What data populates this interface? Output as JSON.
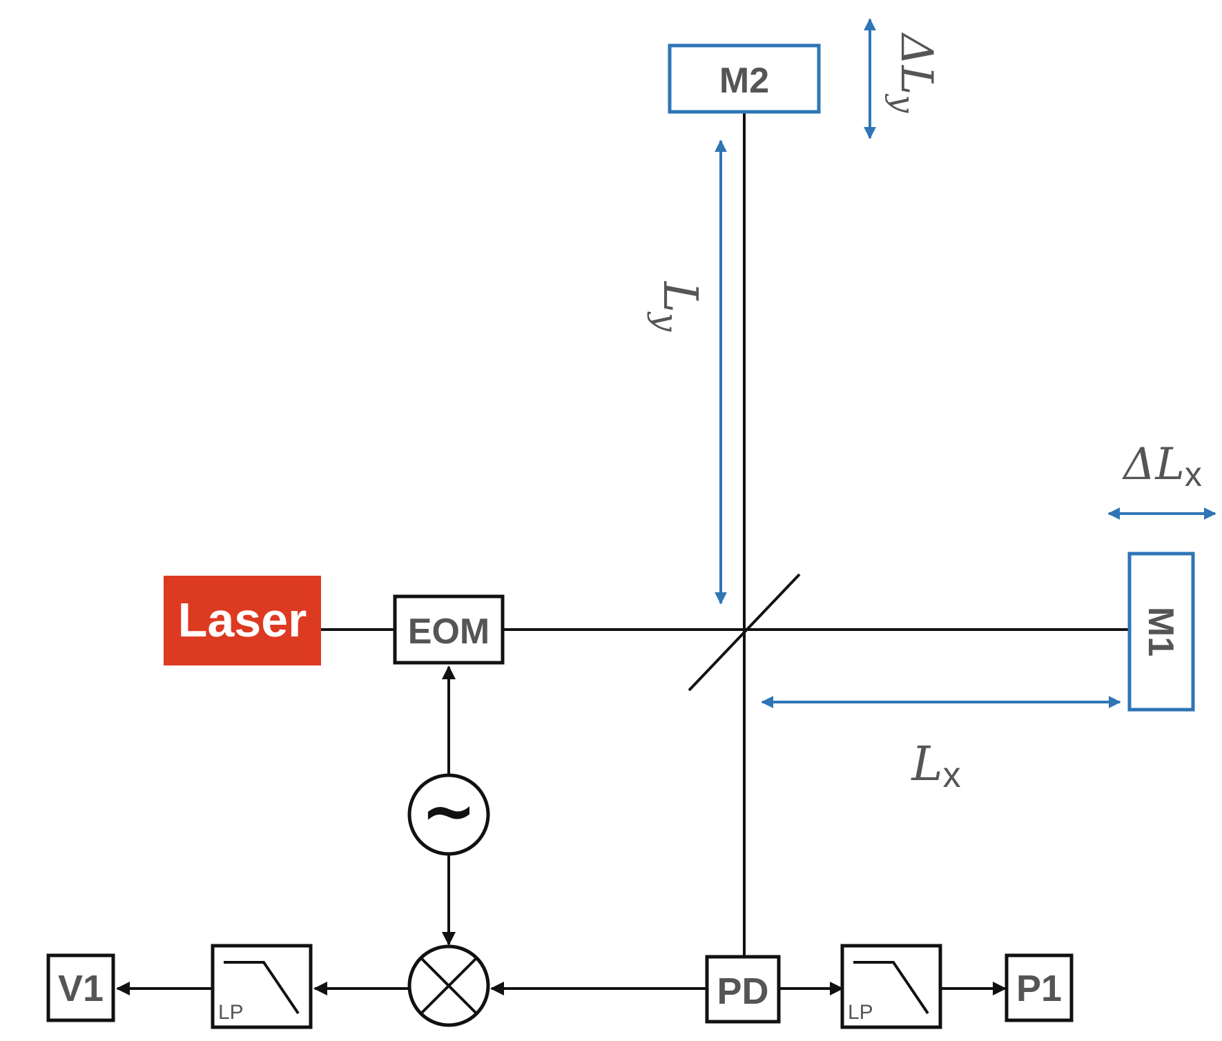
{
  "components": {
    "laser": "Laser",
    "eom": "EOM",
    "mirror_1": "M1",
    "mirror_2": "M2",
    "photodiode": "PD",
    "filter_1": "LP",
    "filter_2": "LP",
    "output_v": "V1",
    "output_p": "P1",
    "oscillator_symbol": "~"
  },
  "labels": {
    "length_y": "L",
    "length_y_sub": "y",
    "delta_length_y": "ΔL",
    "delta_length_y_sub": "y",
    "length_x": "L",
    "length_x_sub": "x",
    "delta_length_x": "ΔL",
    "delta_length_x_sub": "x"
  },
  "colors": {
    "laser_fill": "#dd3a22",
    "mirror_outline": "#2e75b6",
    "line": "#111111",
    "text": "#555555"
  }
}
